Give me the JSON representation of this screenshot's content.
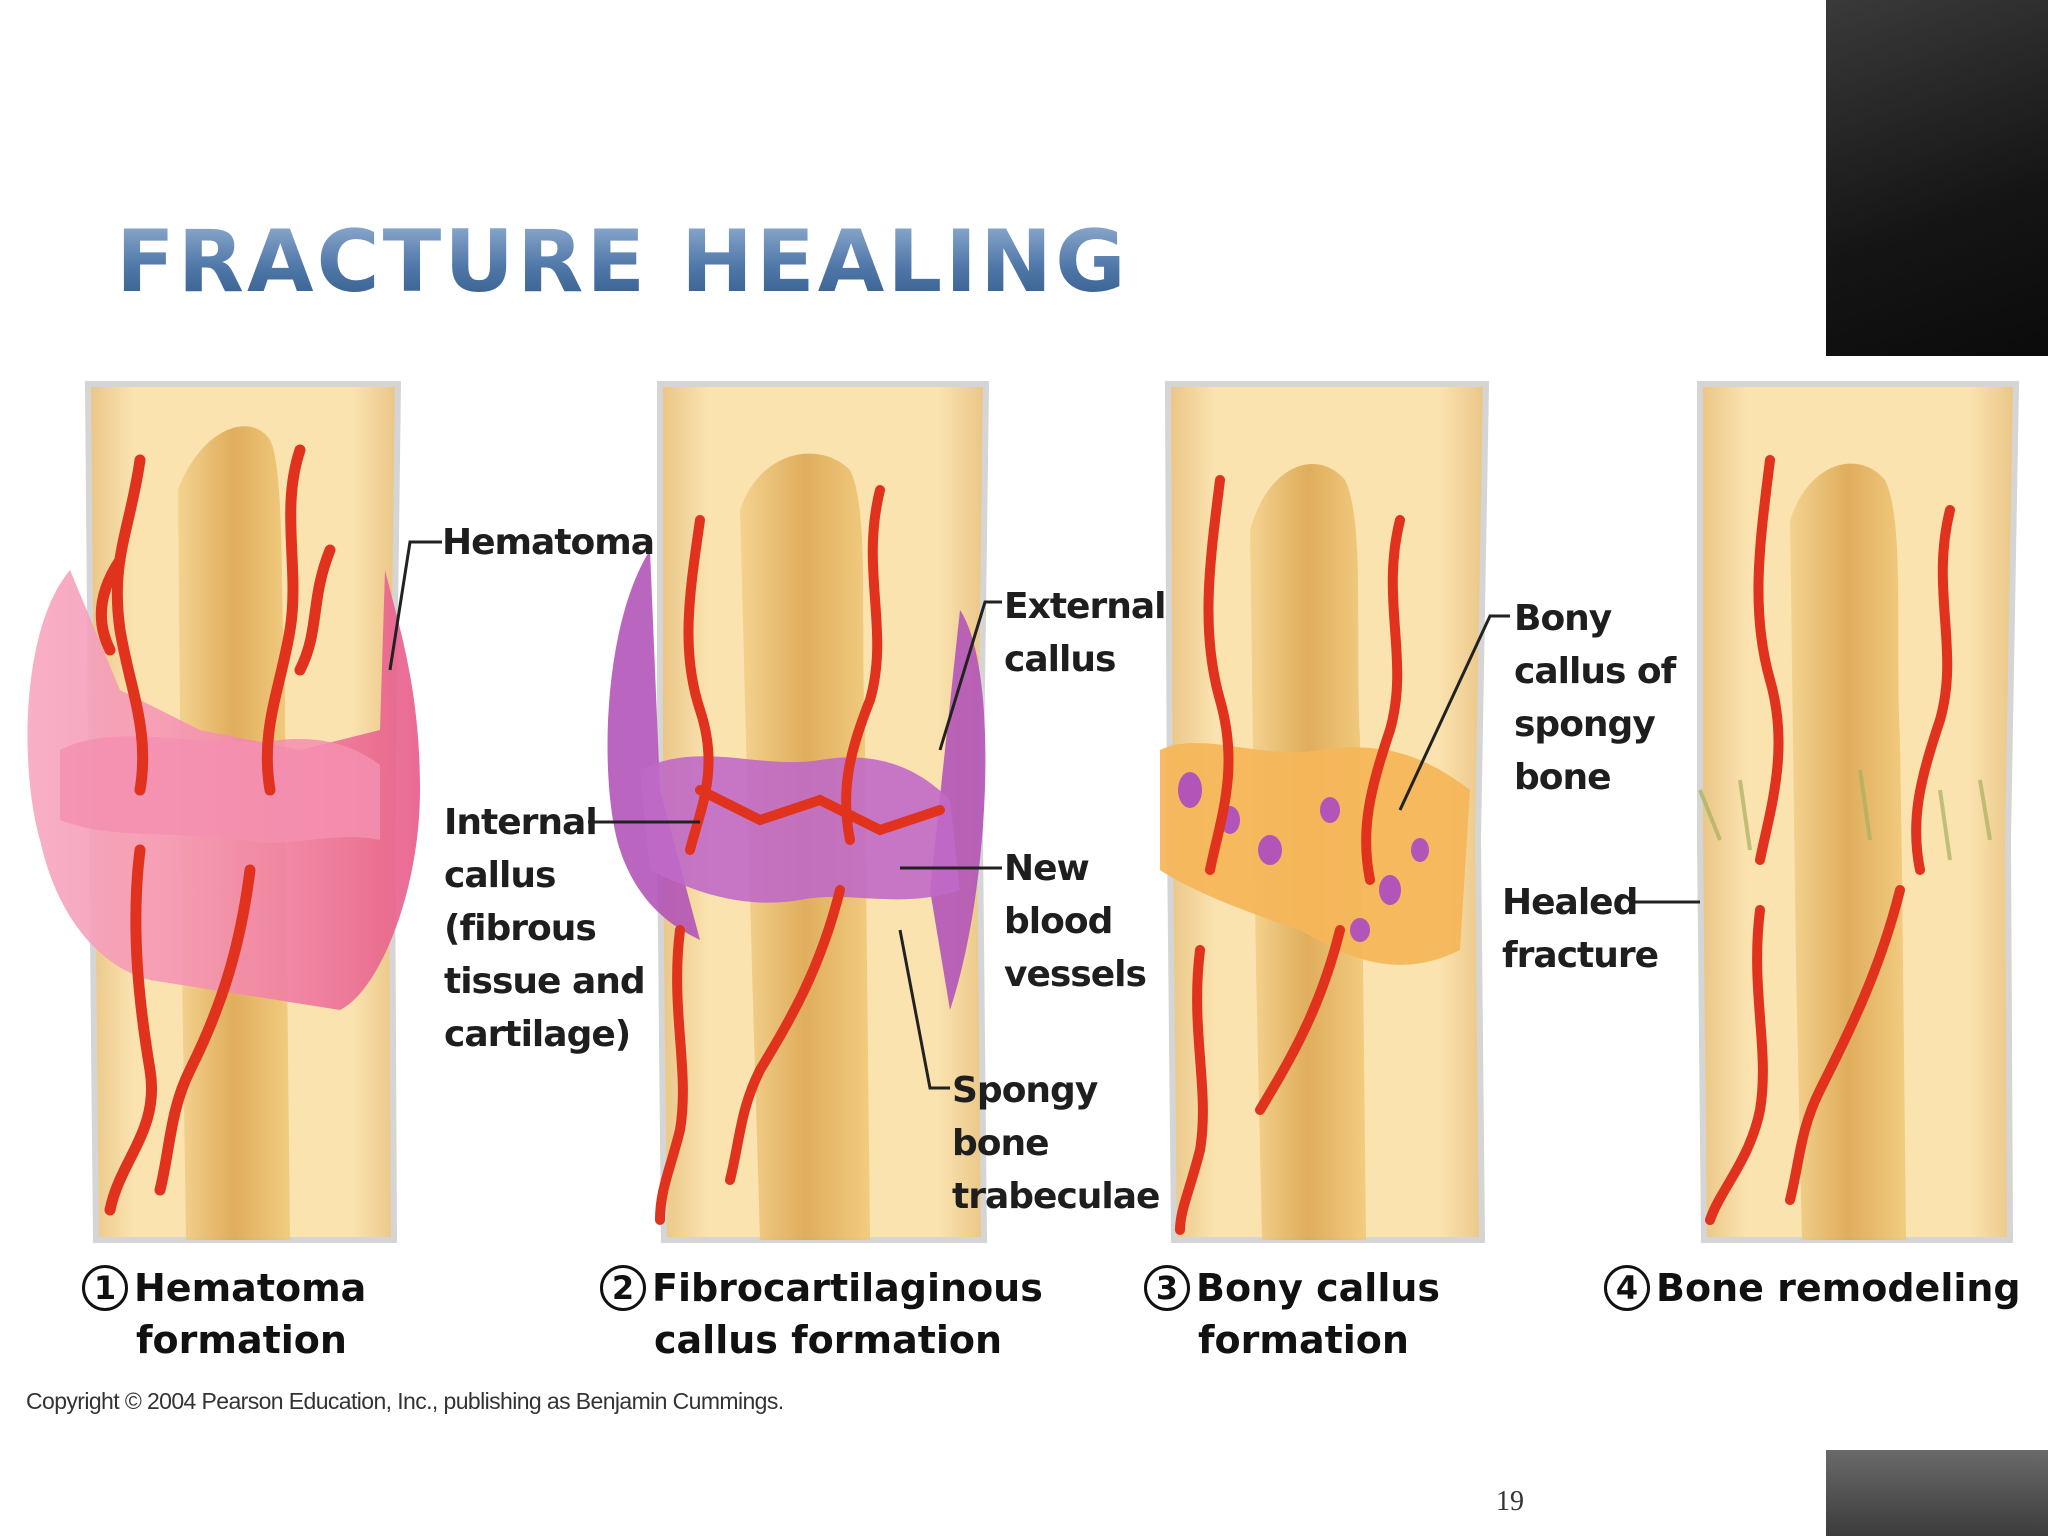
{
  "slide": {
    "title": "FRACTURE HEALING",
    "page_number": "19",
    "copyright": "Copyright © 2004 Pearson Education, Inc., publishing as Benjamin Cummings."
  },
  "labels": {
    "hematoma": "Hematoma",
    "external_callus": [
      "External",
      "callus"
    ],
    "internal_callus": [
      "Internal",
      "callus",
      "(fibrous",
      "tissue and",
      "cartilage)"
    ],
    "new_blood_vessels": [
      "New",
      "blood",
      "vessels"
    ],
    "spongy_bone_trabeculae": [
      "Spongy",
      "bone",
      "trabeculae"
    ],
    "bony_callus": [
      "Bony",
      "callus of",
      "spongy",
      "bone"
    ],
    "healed_fracture": [
      "Healed",
      "fracture"
    ]
  },
  "stages": [
    {
      "number": "1",
      "line1": "Hematoma",
      "line2": "formation"
    },
    {
      "number": "2",
      "line1": "Fibrocartilaginous",
      "line2": "callus formation"
    },
    {
      "number": "3",
      "line1": "Bony callus",
      "line2": "formation"
    },
    {
      "number": "4",
      "line1": "Bone remodeling",
      "line2": ""
    }
  ],
  "colors": {
    "bone": "#f7d9a0",
    "marrow": "#e6b25a",
    "vessel": "#e0321c",
    "hematoma": "#ee6f95",
    "fibrous_callus": "#b254b8",
    "bony_callus": "#f5b65a",
    "title": "#4f77a8"
  }
}
